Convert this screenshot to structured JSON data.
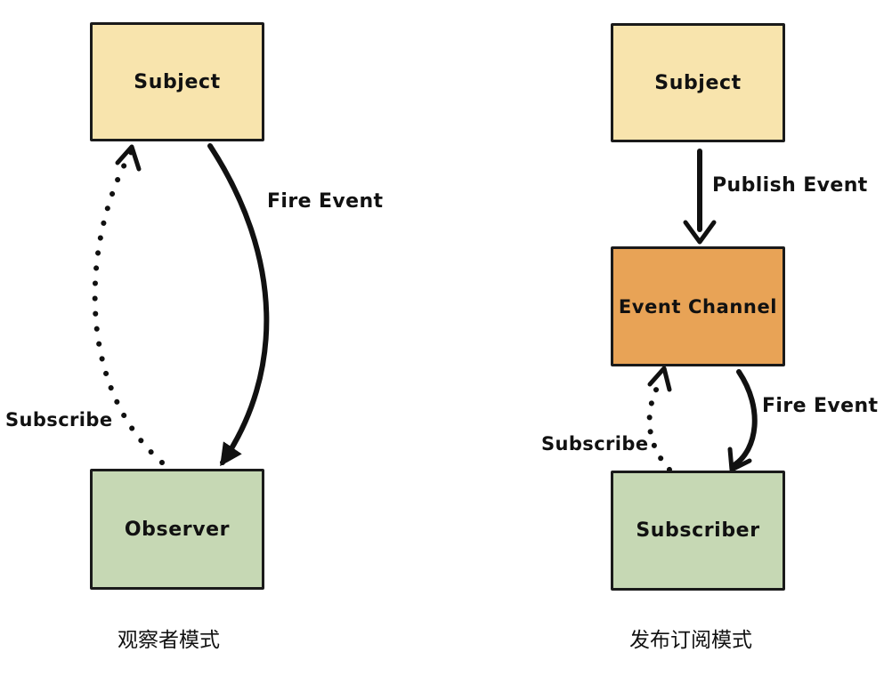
{
  "colors": {
    "subject_fill": "#f8e4ad",
    "event_channel_fill": "#e8a356",
    "observer_fill": "#c6d8b4",
    "line": "#111111"
  },
  "observer_pattern": {
    "subject_label": "Subject",
    "observer_label": "Observer",
    "fire_event_label": "Fire Event",
    "subscribe_label": "Subscribe",
    "caption": "观察者模式"
  },
  "pubsub_pattern": {
    "subject_label": "Subject",
    "event_channel_label": "Event Channel",
    "subscriber_label": "Subscriber",
    "publish_event_label": "Publish Event",
    "fire_event_label": "Fire Event",
    "subscribe_label": "Subscribe",
    "caption": "发布订阅模式"
  }
}
